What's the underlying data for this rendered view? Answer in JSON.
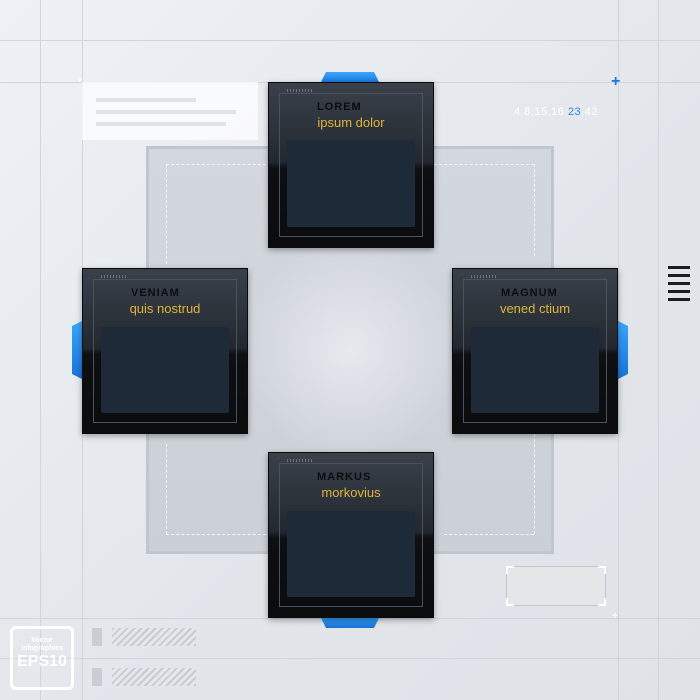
{
  "cards": [
    {
      "id": "top",
      "label": "ipsum dolor",
      "tag": "LOREM"
    },
    {
      "id": "left",
      "label": "quis nostrud",
      "tag": "VENIAM"
    },
    {
      "id": "right",
      "label": "vened ctium",
      "tag": "MAGNUM"
    },
    {
      "id": "bottom",
      "label": "morkovius",
      "tag": "MARKUS"
    }
  ],
  "numbers": {
    "before": "4.8.15.16.",
    "highlight": "23",
    "after": ".42"
  },
  "badge": {
    "line1": "Vector",
    "line2": "infographics",
    "line3": "EPS10"
  },
  "colors": {
    "accent": "#2f86ea",
    "label": "#e0b43a",
    "card": "#1f2a38"
  }
}
